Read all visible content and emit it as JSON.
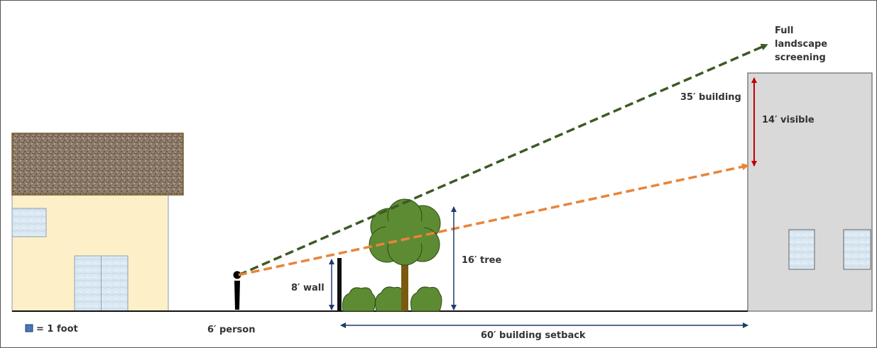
{
  "labels": {
    "full_screening_line1": "Full",
    "full_screening_line2": "landscape",
    "full_screening_line3": "screening",
    "building_35": "35′ building",
    "visible_14": "14′ visible",
    "tree_16": "16′ tree",
    "wall_8": "8′ wall",
    "person_6": "6′ person",
    "setback_60": "60′ building setback",
    "legend_scale": "= 1 foot"
  },
  "colors": {
    "green_sightline": "#3d5a24",
    "orange_sightline": "#e8843a",
    "red_arrow": "#c00000",
    "navy_arrow": "#1f3a6b",
    "house_wall": "#fdefc8",
    "roof": "#8b7a68",
    "building": "#d9d9d9",
    "window": "#dbe8f2",
    "tree_foliage": "#5d8b33",
    "trunk": "#7a5a10",
    "legend_square": "#4a78b5"
  }
}
